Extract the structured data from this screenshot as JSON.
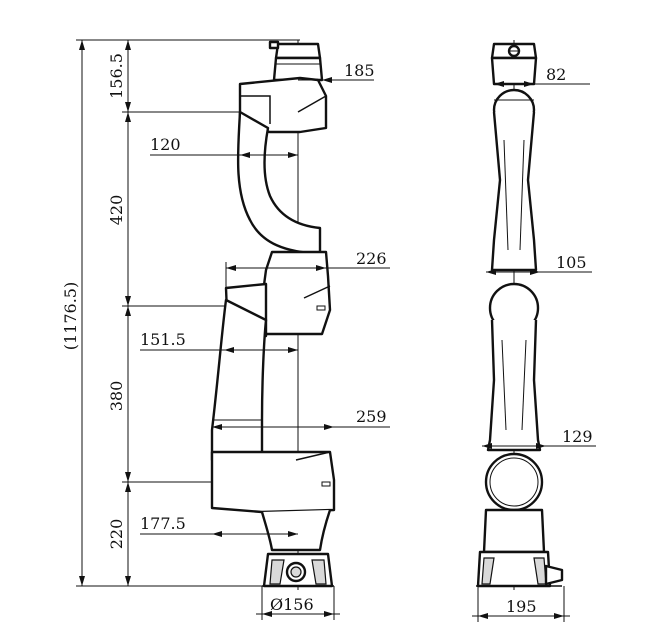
{
  "dimensions": {
    "total_height": "(1176.5)",
    "base_to_j2": "156.5",
    "upper_arm_length": "420",
    "forearm_length": "380",
    "wrist_length": "220",
    "top_offset": "185",
    "j2_offset": "120",
    "elbow_width": "226",
    "forearm_offset": "151.5",
    "wrist_width": "259",
    "wrist_offset": "177.5",
    "base_diameter": "Ø156",
    "side_top_width": "82",
    "side_upper_width": "105",
    "side_lower_width": "129",
    "side_base_width": "195"
  }
}
